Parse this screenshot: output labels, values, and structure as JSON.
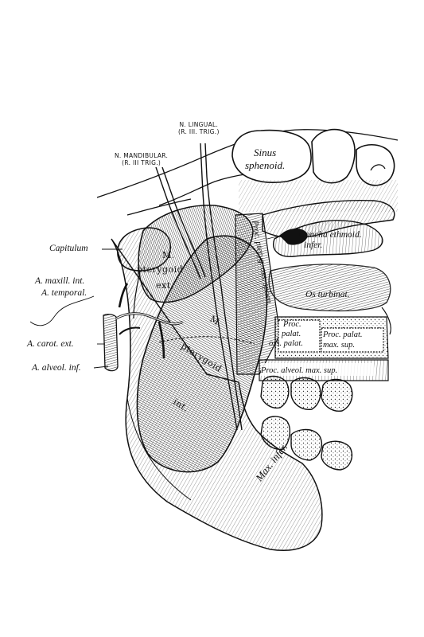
{
  "labels": {
    "n_lingual_1": "N. LINGUAL.",
    "n_lingual_2": "(R. III. TRIG.)",
    "n_mandibular_1": "N. MANDIBULAR.",
    "n_mandibular_2": "(R. III TRIG.)",
    "sinus_1": "Sinus",
    "sinus_2": "sphenoid.",
    "capitulum": "Capitulum",
    "a_maxill_int": "A. maxill. int.",
    "a_temporal": "A. temporal.",
    "a_carot_ext": "A. carot. ext.",
    "a_alveol_inf": "A. alveol. inf.",
    "m_upper": "M.",
    "pterygoid_ext_1": "pterygoid",
    "pterygoid_ext_2": "ext.",
    "m_lower": "M.",
    "pterygoid_int_1": "pterygoid",
    "pterygoid_int_2": "int.",
    "proc_pteryg": "Proc. pteryg. oss. sphen.",
    "concha_1": "Concha ethmoid.",
    "concha_2": "infer.",
    "os_turbinat": "Os turbinat.",
    "proc_palat_oss_1": "Proc.",
    "proc_palat_oss_2": "palat.",
    "proc_palat_oss_3": "oss. palat.",
    "proc_palat_max_1": "Proc. palat.",
    "proc_palat_max_2": "max. sup.",
    "proc_alveol": "Proc. alveol. max. sup.",
    "max_infer": "Max. infer."
  }
}
